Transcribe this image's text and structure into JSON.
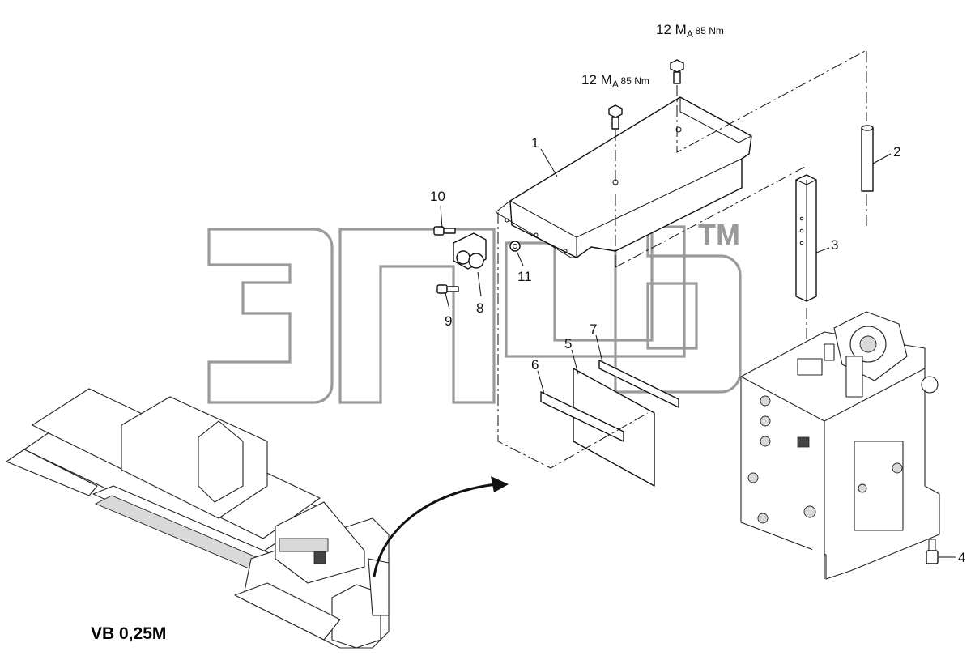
{
  "caption": "VB 0,25M",
  "watermark": {
    "mark": "TM"
  },
  "torque_callouts": [
    {
      "item": "12",
      "symbol": "M",
      "subscript": "A",
      "value": "85 Nm"
    },
    {
      "item": "12",
      "symbol": "M",
      "subscript": "A",
      "value": "85 Nm"
    }
  ],
  "part_labels": [
    "1",
    "2",
    "3",
    "4",
    "5",
    "6",
    "7",
    "8",
    "9",
    "10",
    "11"
  ],
  "colors": {
    "line": "#111111",
    "watermark": "#9a9a9a",
    "background": "#ffffff"
  }
}
